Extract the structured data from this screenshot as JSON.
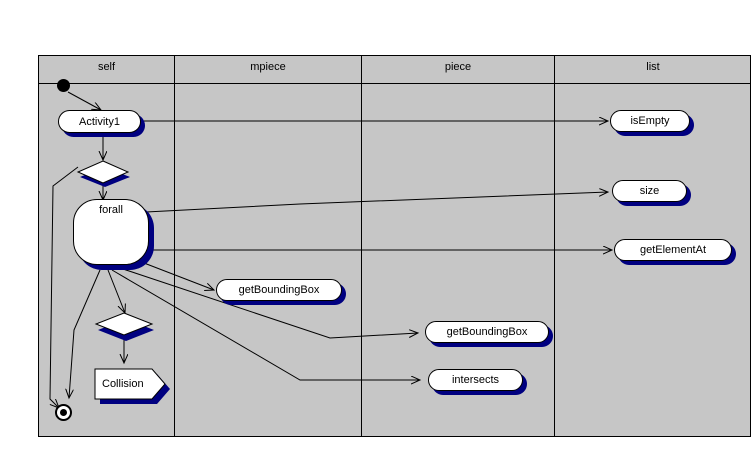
{
  "diagram": {
    "type": "uml-activity-diagram",
    "title": "",
    "background_color": "#ffffff",
    "lane_fill_color": "#c6c6c6",
    "node_fill_color": "#ffffff",
    "node_shadow_color": "#000080",
    "stroke_color": "#000000"
  },
  "swimlanes": [
    {
      "name": "self",
      "label": "self"
    },
    {
      "name": "mpiece",
      "label": "mpiece"
    },
    {
      "name": "piece",
      "label": "piece"
    },
    {
      "name": "list",
      "label": "list"
    }
  ],
  "nodes": {
    "start": {
      "label": "",
      "kind": "initial-node",
      "lane": "self"
    },
    "activity1": {
      "label": "Activity1",
      "kind": "action",
      "lane": "self"
    },
    "decision1": {
      "label": "",
      "kind": "decision",
      "lane": "self"
    },
    "forall": {
      "label": "forall",
      "kind": "structured-action",
      "lane": "self"
    },
    "decision2": {
      "label": "",
      "kind": "decision",
      "lane": "self"
    },
    "collision": {
      "label": "Collision",
      "kind": "signal-send",
      "lane": "self"
    },
    "end": {
      "label": "",
      "kind": "final-node",
      "lane": "self"
    },
    "mp_bbox": {
      "label": "getBoundingBox",
      "kind": "action",
      "lane": "mpiece"
    },
    "pc_bbox": {
      "label": "getBoundingBox",
      "kind": "action",
      "lane": "piece"
    },
    "pc_intersects": {
      "label": "intersects",
      "kind": "action",
      "lane": "piece"
    },
    "ls_isempty": {
      "label": "isEmpty",
      "kind": "action",
      "lane": "list"
    },
    "ls_size": {
      "label": "size",
      "kind": "action",
      "lane": "list"
    },
    "ls_getelem": {
      "label": "getElementAt",
      "kind": "action",
      "lane": "list"
    }
  },
  "edges": [
    {
      "from": "start",
      "to": "activity1"
    },
    {
      "from": "activity1",
      "to": "decision1"
    },
    {
      "from": "activity1",
      "to": "ls_isempty"
    },
    {
      "from": "decision1",
      "to": "forall"
    },
    {
      "from": "decision1",
      "to": "end"
    },
    {
      "from": "forall",
      "to": "ls_size"
    },
    {
      "from": "forall",
      "to": "ls_getelem"
    },
    {
      "from": "forall",
      "to": "mp_bbox"
    },
    {
      "from": "forall",
      "to": "pc_bbox"
    },
    {
      "from": "forall",
      "to": "pc_intersects"
    },
    {
      "from": "forall",
      "to": "decision2"
    },
    {
      "from": "forall",
      "to": "end"
    },
    {
      "from": "decision2",
      "to": "collision"
    }
  ]
}
